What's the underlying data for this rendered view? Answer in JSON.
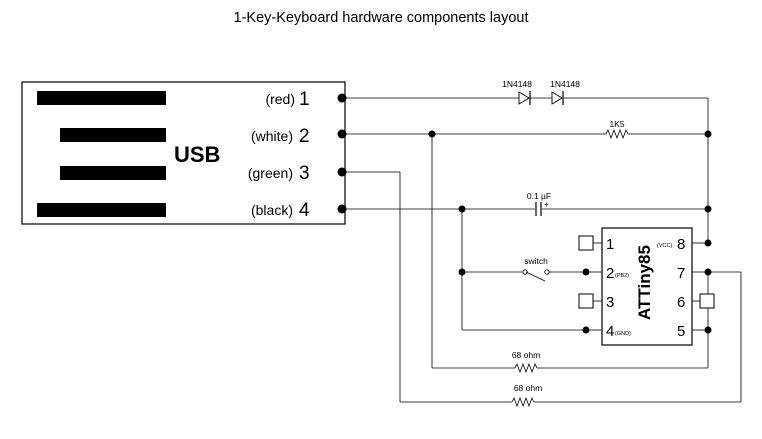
{
  "title": "1-Key-Keyboard hardware components layout",
  "usb": {
    "label": "USB",
    "pins": [
      {
        "color": "(red)",
        "number": "1"
      },
      {
        "color": "(white)",
        "number": "2"
      },
      {
        "color": "(green)",
        "number": "3"
      },
      {
        "color": "(black)",
        "number": "4"
      }
    ]
  },
  "components": {
    "diode1": "1N4148",
    "diode2": "1N4148",
    "resistor_1k5": "1K5",
    "capacitor": "0.1 µF",
    "capacitor_plus": "+",
    "switch": "switch",
    "resistor_a": "68 ohm",
    "resistor_b": "68 ohm"
  },
  "chip": {
    "name": "ATTiny85",
    "left_pins": [
      {
        "number": "1",
        "tag": ""
      },
      {
        "number": "2",
        "tag": "(PB2)"
      },
      {
        "number": "3",
        "tag": ""
      },
      {
        "number": "4",
        "tag": "(GND)"
      }
    ],
    "right_pins": [
      {
        "number": "8",
        "tag": "(VCC)"
      },
      {
        "number": "7",
        "tag": ""
      },
      {
        "number": "6",
        "tag": ""
      },
      {
        "number": "5",
        "tag": ""
      }
    ]
  }
}
